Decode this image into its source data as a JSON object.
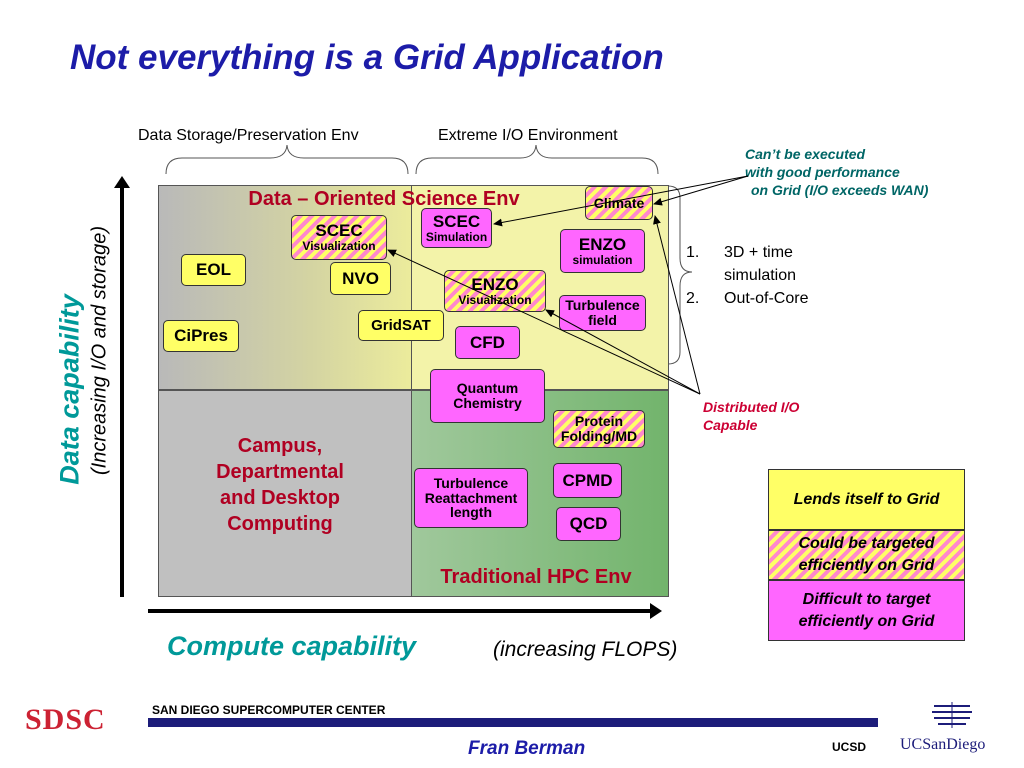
{
  "title": "Not everything is a Grid Application",
  "top_labels": {
    "data_storage": "Data Storage/Preservation Env",
    "extreme_io": "Extreme I/O Environment"
  },
  "notes": {
    "cant_execute": [
      "Can’t be executed",
      "with good performance",
      "on Grid (I/O exceeds WAN)"
    ],
    "distributed_io": [
      "Distributed I/O",
      "Capable"
    ]
  },
  "quadrants": {
    "data_oriented": "Data – Oriented Science Env",
    "campus": [
      "Campus,",
      "Departmental",
      "and Desktop",
      "Computing"
    ],
    "hpc": "Traditional HPC Env"
  },
  "boxes": {
    "eol": "EOL",
    "cipres": "CiPres",
    "scec_vis": {
      "main": "SCEC",
      "sub": "Visualization"
    },
    "nvo": "NVO",
    "gridsat": "GridSAT",
    "scec_sim": {
      "main": "SCEC",
      "sub": "Simulation"
    },
    "enzo_vis": {
      "main": "ENZO",
      "sub": "Visualization"
    },
    "enzo_sim": {
      "main": "ENZO",
      "sub": "simulation"
    },
    "climate": "Climate",
    "turbulence_field": [
      "Turbulence",
      "field"
    ],
    "cfd": "CFD",
    "quantum": [
      "Quantum",
      "Chemistry"
    ],
    "protein": [
      "Protein",
      "Folding/MD"
    ],
    "turb_reattach": [
      "Turbulence",
      "Reattachment",
      "length"
    ],
    "cpmd": "CPMD",
    "qcd": "QCD"
  },
  "list": [
    {
      "num": "1.",
      "text": [
        "3D + time",
        "simulation"
      ]
    },
    {
      "num": "2.",
      "text": [
        "Out-of-Core"
      ]
    }
  ],
  "axes": {
    "y_main": "Data capability",
    "y_sub": "(Increasing I/O and storage)",
    "x_main": "Compute capability",
    "x_sub": "(increasing FLOPS)"
  },
  "legend": {
    "lends": "Lends itself to Grid",
    "could": "Could be targeted efficiently on Grid",
    "difficult": "Difficult to target efficiently on Grid"
  },
  "footer": {
    "logo_left": "SDSC",
    "center_name": "SAN DIEGO SUPERCOMPUTER CENTER",
    "author": "Fran Berman",
    "ucsd": "UCSD",
    "logo_right": "UCSanDiego"
  },
  "colors": {
    "title": "#1c1ca8",
    "axis_text": "#009999",
    "quadrant_text": "#b00022",
    "yellow": "#ffff66",
    "magenta": "#ff66ff",
    "note_red": "#cc0033",
    "note_green": "#006666"
  }
}
